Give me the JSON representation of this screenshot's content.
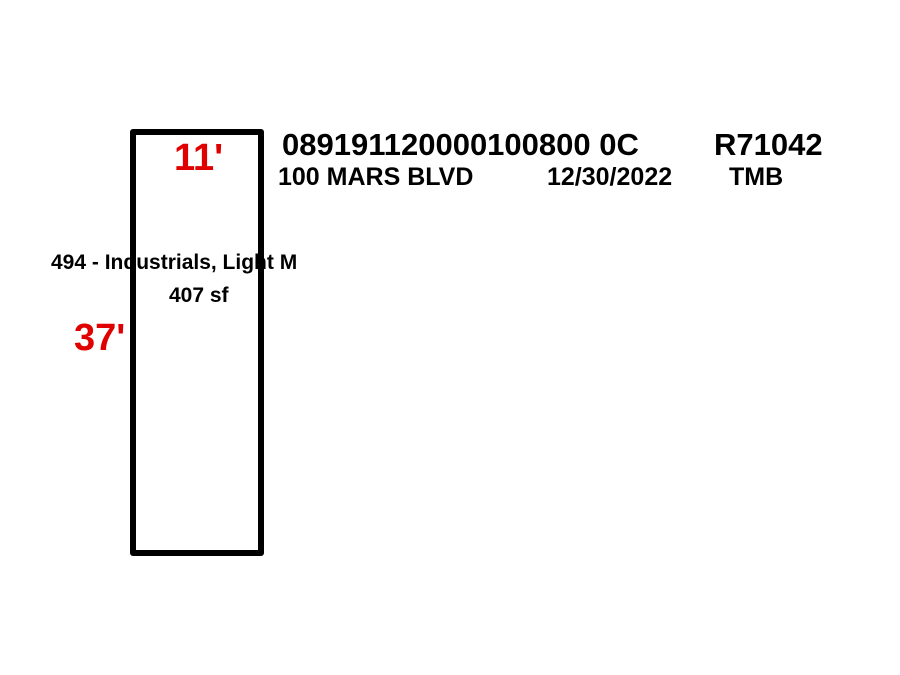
{
  "sketch": {
    "dimension_width": "11'",
    "dimension_height": "37'",
    "area": {
      "use_code": "494 - Industrials, Light M",
      "size": "407 sf"
    }
  },
  "header": {
    "parcel_number": "089191120000100800 0C",
    "record_id": "R71042",
    "address": "100 MARS BLVD",
    "date": "12/30/2022",
    "initials": "TMB"
  },
  "colors": {
    "outline": "#000000",
    "dimension_text": "#e00000"
  }
}
